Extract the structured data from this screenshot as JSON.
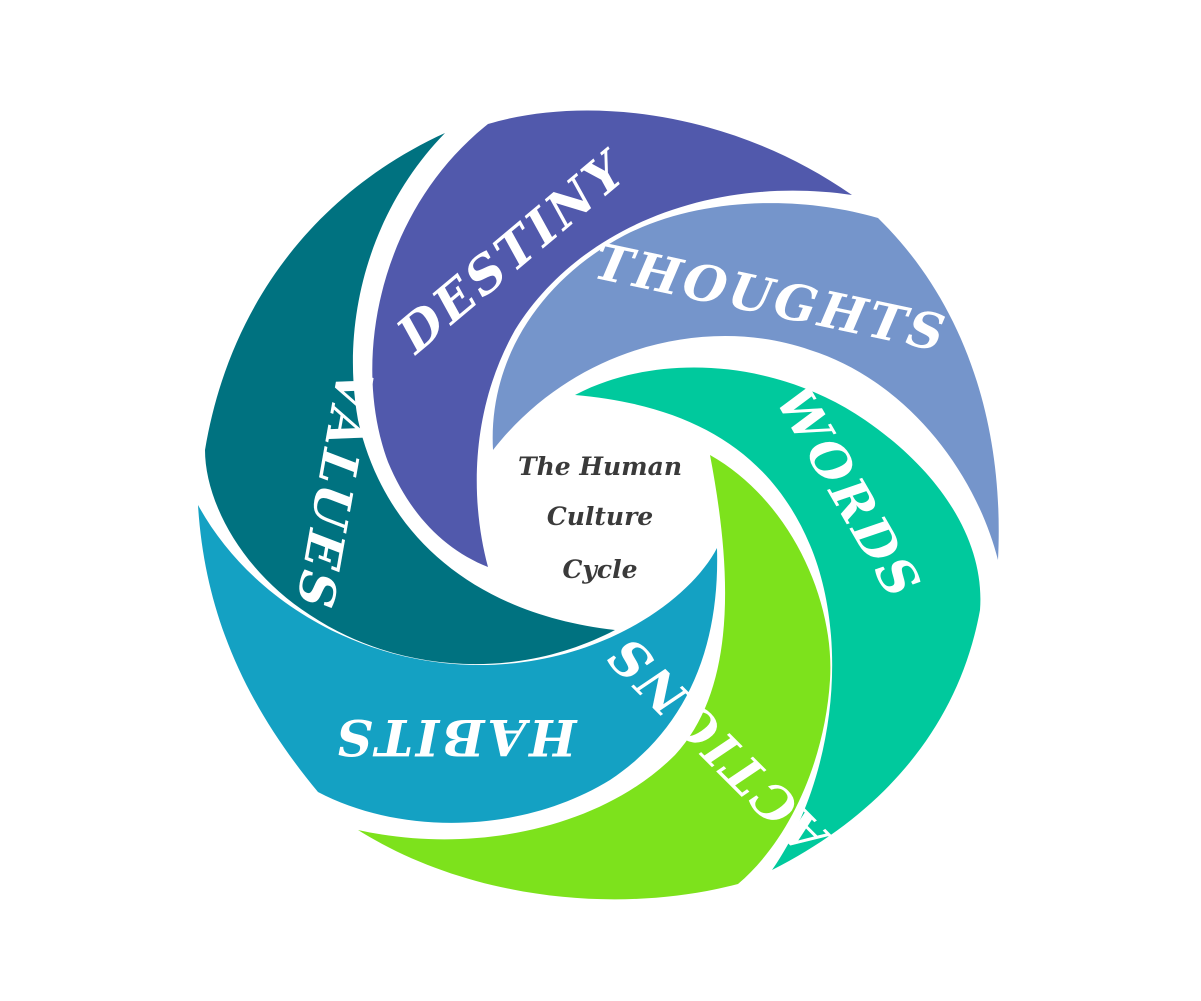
{
  "center": {
    "line1": "The Human",
    "line2": "Culture",
    "line3": "Cycle"
  },
  "segments": [
    {
      "id": "destiny",
      "label": "DESTINY",
      "color": "#5159AC"
    },
    {
      "id": "thoughts",
      "label": "THOUGHTS",
      "color": "#7595CB"
    },
    {
      "id": "words",
      "label": "WORDS",
      "color": "#00C99D"
    },
    {
      "id": "actions",
      "label": "ACTIONS",
      "color": "#7DE21C"
    },
    {
      "id": "habits",
      "label": "HABITS",
      "color": "#14A1C3"
    },
    {
      "id": "values",
      "label": "VALUES",
      "color": "#007280"
    }
  ]
}
